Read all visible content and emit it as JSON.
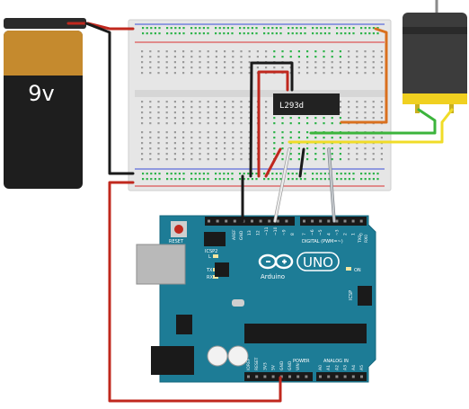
{
  "battery": {
    "label": "9v",
    "colors": {
      "cap": "#c58a2e",
      "body": "#1e1e1e",
      "terminal": "#b8b8b8"
    }
  },
  "breadboard": {
    "colors": {
      "board": "#e4e4e4",
      "rail_red": "#d93030",
      "rail_blue": "#3a4fd8",
      "hole_green": "#2db34a"
    }
  },
  "chip": {
    "label": "L293d",
    "color": "#222222"
  },
  "motor": {
    "colors": {
      "body": "#3a3a3a",
      "base": "#f0d020"
    }
  },
  "arduino": {
    "board_color": "#1d7c96",
    "logo": "UNO",
    "brand": "Arduino",
    "labels": {
      "reset": "RESET",
      "icsp2": "ICSP2",
      "on": "ON",
      "l": "L",
      "tx": "TX",
      "rx": "RX",
      "icsp": "ICSP",
      "digital": "DIGITAL (PWM=~)",
      "power": "POWER",
      "analog_in": "ANALOG IN",
      "aref": "AREF",
      "gnd": "GND",
      "tx0": "TX0",
      "rx0": "RX0"
    },
    "digital_pins": [
      "13",
      "12",
      "~11",
      "~10",
      "~9",
      "8",
      "7",
      "~6",
      "~5",
      "4",
      "~3",
      "2",
      "1",
      "0"
    ],
    "power_pins": [
      "IOREF",
      "RESET",
      "3V3",
      "5V",
      "GND",
      "GND",
      "VIN"
    ],
    "analog_pins": [
      "A0",
      "A1",
      "A2",
      "A3",
      "A4",
      "A5"
    ]
  },
  "wires": {
    "colors": {
      "red": "#c0281e",
      "black": "#1a1a1a",
      "white": "#ececec",
      "orange": "#d9701f",
      "green": "#3cb43c",
      "yellow": "#f0dc28",
      "grey": "#9aa0a6"
    }
  }
}
